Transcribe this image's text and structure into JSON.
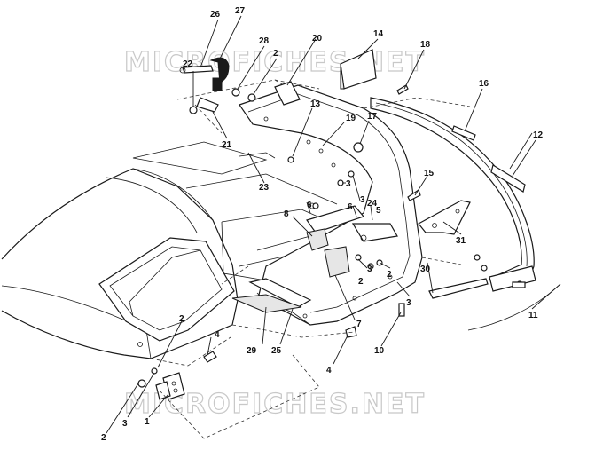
{
  "watermark": {
    "top": "MICROFICHES.NET",
    "bottom": "MICROFICHES.NET"
  },
  "callouts": {
    "c1": "1",
    "c2a": "2",
    "c2b": "2",
    "c2c": "2",
    "c2d": "2",
    "c2e": "2",
    "c3a": "3",
    "c3b": "3",
    "c3c": "3",
    "c3d": "3",
    "c3e": "3",
    "c4a": "4",
    "c4b": "4",
    "c5": "5",
    "c6a": "6",
    "c6b": "6",
    "c7": "7",
    "c8": "8",
    "c10": "10",
    "c11": "11",
    "c12": "12",
    "c13": "13",
    "c14": "14",
    "c15": "15",
    "c16": "16",
    "c17": "17",
    "c18": "18",
    "c19": "19",
    "c20": "20",
    "c21": "21",
    "c22": "22",
    "c23": "23",
    "c24": "24",
    "c25": "25",
    "c26": "26",
    "c27": "27",
    "c28": "28",
    "c29": "29",
    "c30": "30",
    "c31": "31"
  }
}
